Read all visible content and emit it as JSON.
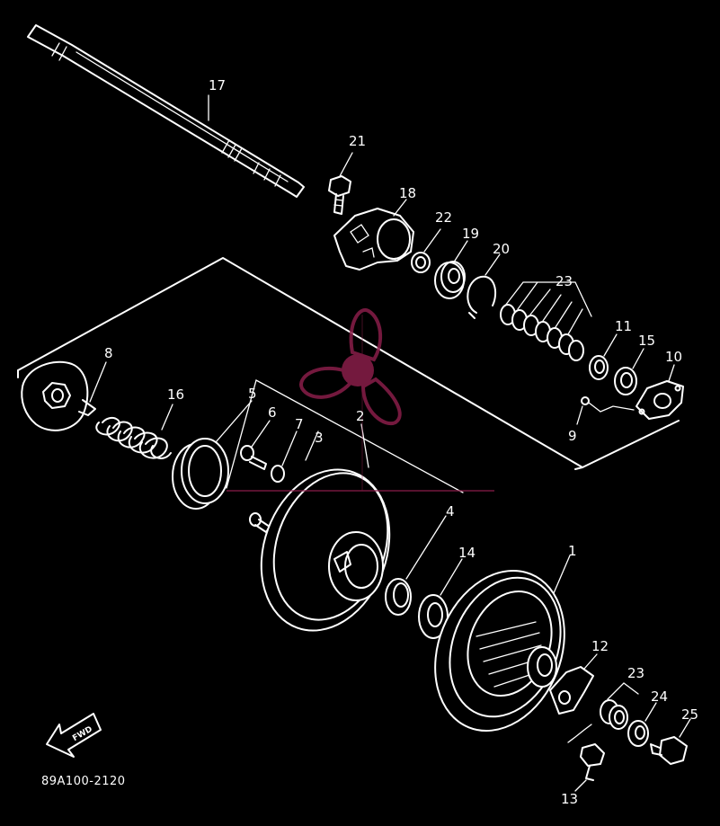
{
  "diagram": {
    "callouts": [
      "1",
      "2",
      "3",
      "4",
      "5",
      "6",
      "7",
      "8",
      "9",
      "10",
      "11",
      "12",
      "13",
      "14",
      "15",
      "16",
      "17",
      "18",
      "19",
      "20",
      "21",
      "22",
      "23",
      "23",
      "24",
      "25"
    ],
    "fwd_label": "FWD",
    "part_code": "89A100-2120",
    "colors": {
      "background": "#000000",
      "line": "#ffffff",
      "watermark": "#8a1e4a"
    },
    "icons": [
      "fwd-arrow-icon",
      "watermark-logo-icon"
    ]
  }
}
